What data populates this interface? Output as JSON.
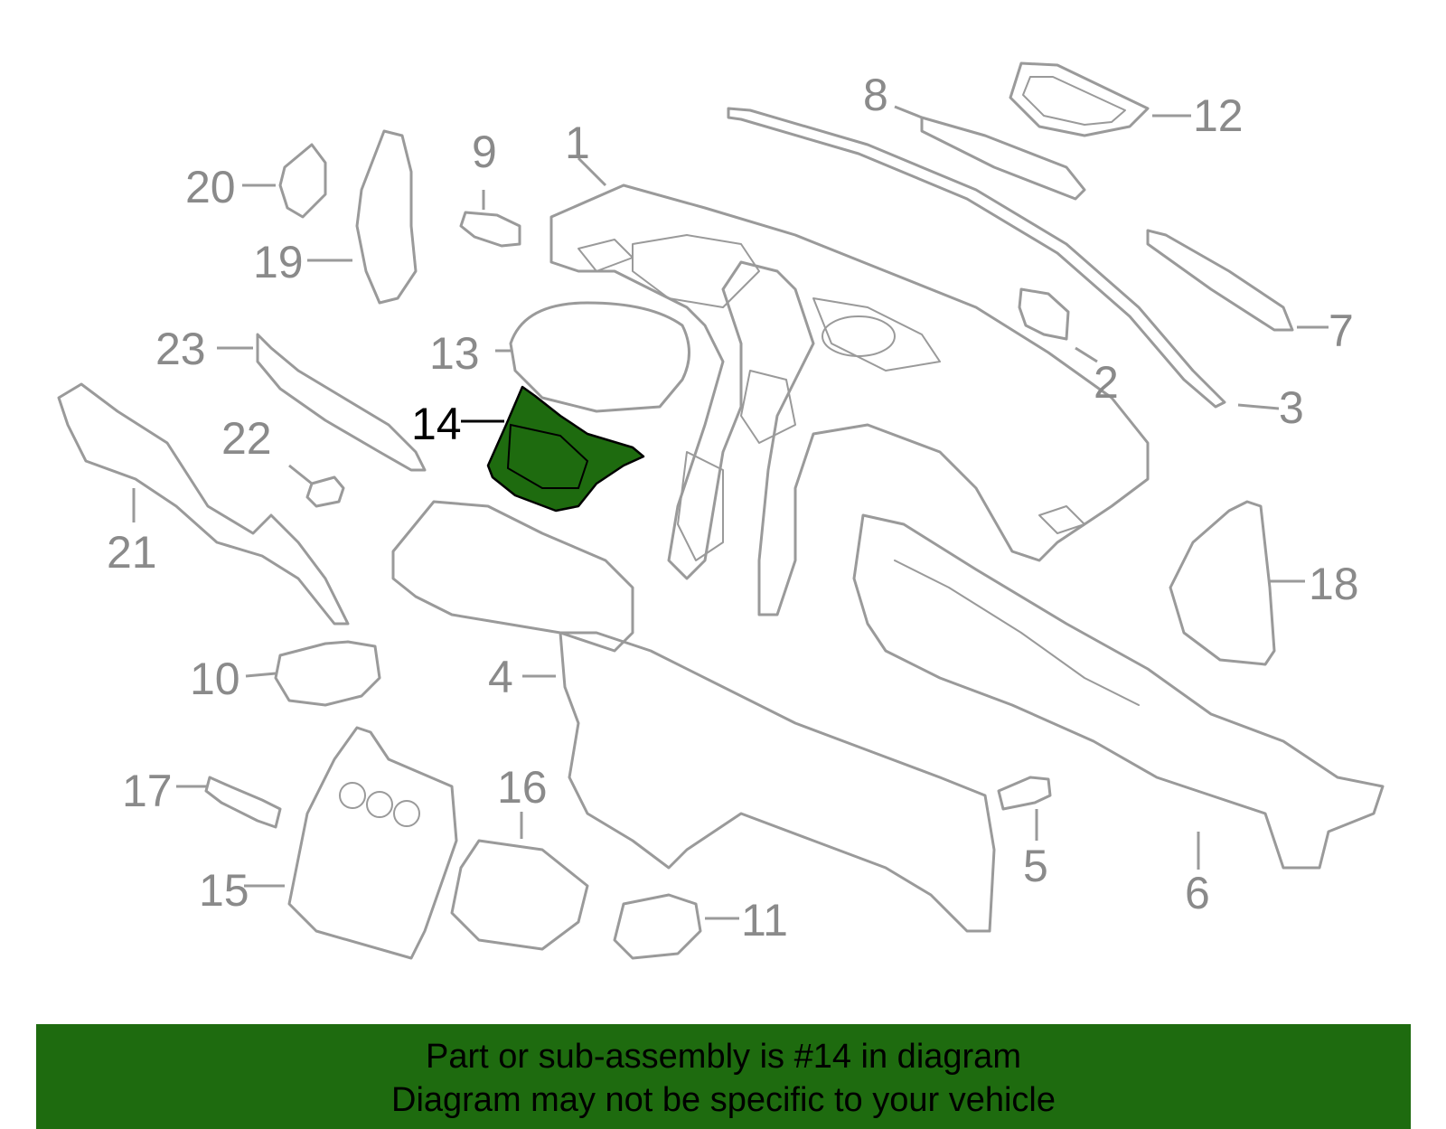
{
  "diagram": {
    "callouts": [
      {
        "number": "1"
      },
      {
        "number": "2"
      },
      {
        "number": "3"
      },
      {
        "number": "4"
      },
      {
        "number": "5"
      },
      {
        "number": "6"
      },
      {
        "number": "7"
      },
      {
        "number": "8"
      },
      {
        "number": "9"
      },
      {
        "number": "10"
      },
      {
        "number": "11"
      },
      {
        "number": "12"
      },
      {
        "number": "13"
      },
      {
        "number": "14"
      },
      {
        "number": "15"
      },
      {
        "number": "16"
      },
      {
        "number": "17"
      },
      {
        "number": "18"
      },
      {
        "number": "19"
      },
      {
        "number": "20"
      },
      {
        "number": "21"
      },
      {
        "number": "22"
      },
      {
        "number": "23"
      }
    ],
    "highlighted_part": "14",
    "colors": {
      "highlight": "#1e6b0f",
      "lines": "#9a9a9a",
      "banner": "#1e6b0f"
    }
  },
  "banner": {
    "line1": "Part or sub-assembly is #14 in diagram",
    "line2": "Diagram may not be specific to your vehicle"
  }
}
